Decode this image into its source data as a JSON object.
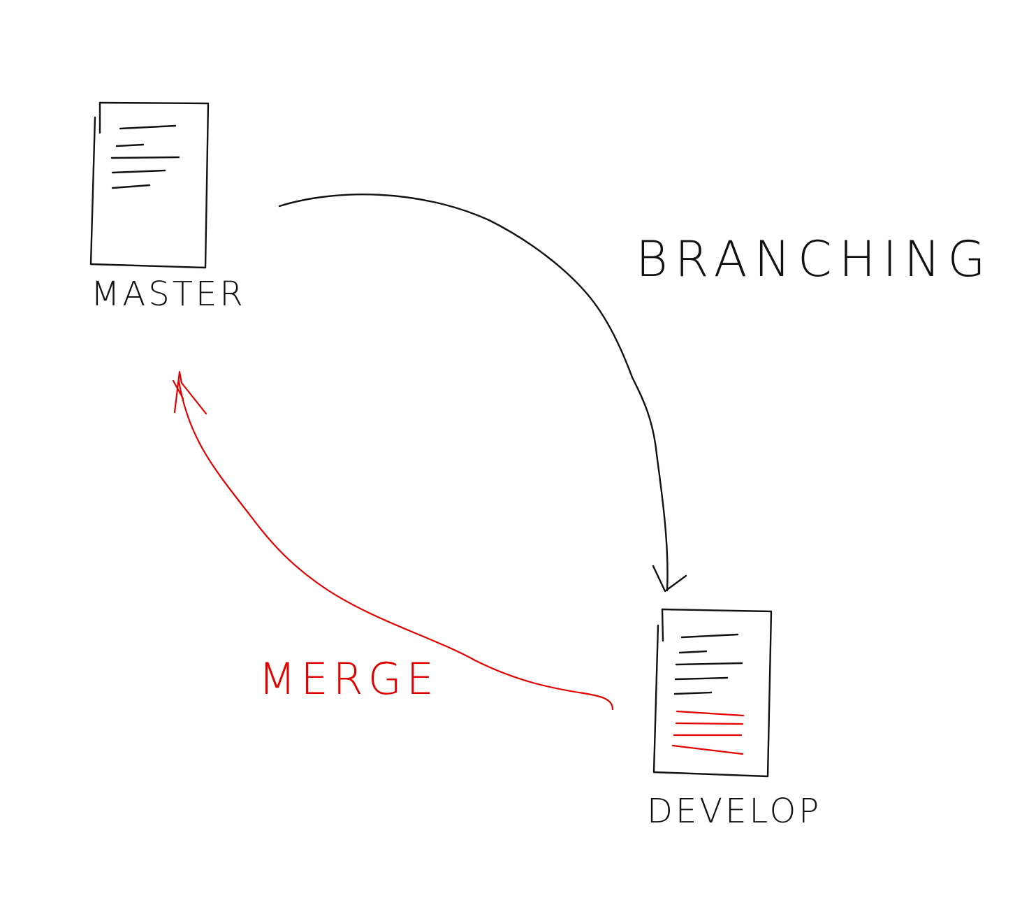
{
  "labels": {
    "master": "MASTER",
    "develop": "DEVELOP",
    "branching": "BRANCHING",
    "merge": "MERGE"
  },
  "colors": {
    "ink": "#111111",
    "merge": "#e00000",
    "background": "#ffffff"
  }
}
